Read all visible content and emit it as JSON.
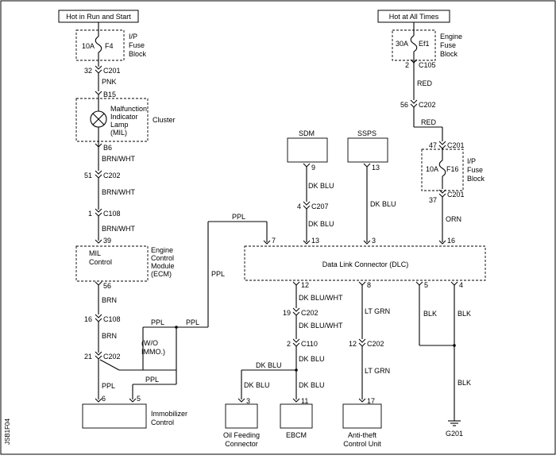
{
  "diagram": {
    "doc_id": "JSB1F04",
    "sources": {
      "run_start": "Hot in Run and Start",
      "all_times": "Hot at All Times"
    },
    "fuses": {
      "f4": {
        "rating": "10A",
        "name": "F4",
        "block_l1": "I/P",
        "block_l2": "Fuse",
        "block_l3": "Block"
      },
      "ef1": {
        "rating": "30A",
        "name": "Ef1",
        "block_l1": "Engine",
        "block_l2": "Fuse",
        "block_l3": "Block"
      },
      "f16": {
        "rating": "10A",
        "name": "F16",
        "block_l1": "I/P",
        "block_l2": "Fuse",
        "block_l3": "Block"
      }
    },
    "components": {
      "cluster": {
        "name": "Cluster",
        "lamp_l1": "Malfunction",
        "lamp_l2": "Indicator",
        "lamp_l3": "Lamp",
        "lamp_l4": "(MIL)"
      },
      "ecm": {
        "inner_l1": "MIL",
        "inner_l2": "Control",
        "name_l1": "Engine",
        "name_l2": "Control",
        "name_l3": "Module",
        "name_l4": "(ECM)"
      },
      "dlc": "Data Link Connector (DLC)",
      "sdm": "SDM",
      "ssps": "SSPS",
      "immobilizer_l1": "Immobilizer",
      "immobilizer_l2": "Control",
      "oil_l1": "Oil Feeding",
      "oil_l2": "Connector",
      "ebcm": "EBCM",
      "antitheft_l1": "Anti-theft",
      "antitheft_l2": "Control Unit",
      "ground": "G201",
      "wo_immo_l1": "(W/O",
      "wo_immo_l2": "IMMO.)"
    },
    "connectors": {
      "c201": "C201",
      "c105": "C105",
      "c202": "C202",
      "c108": "C108",
      "c207": "C207",
      "c110": "C110",
      "b15": "B15",
      "b6": "B6"
    },
    "pins": {
      "p32": "32",
      "p2": "2",
      "p56": "56",
      "p47": "47",
      "p37": "37",
      "p51": "51",
      "p1": "1",
      "p39": "39",
      "p9": "9",
      "p13": "13",
      "p4": "4",
      "p7": "7",
      "p13b": "13",
      "p3": "3",
      "p16": "16",
      "p56b": "56",
      "p12": "12",
      "p19": "19",
      "p2b": "2",
      "p12b": "12",
      "p5": "5",
      "p4b": "4",
      "p16b": "16",
      "p21": "21",
      "p6": "6",
      "p5b": "5",
      "p3b": "3",
      "p11": "11",
      "p17": "17",
      "p8": "8"
    },
    "wires": {
      "pnk": "PNK",
      "red": "RED",
      "brn_wht": "BRN/WHT",
      "ppl": "PPL",
      "dk_blu": "DK BLU",
      "orn": "ORN",
      "brn": "BRN",
      "dk_blu_wht": "DK BLU/WHT",
      "lt_grn": "LT GRN",
      "blk": "BLK"
    }
  }
}
